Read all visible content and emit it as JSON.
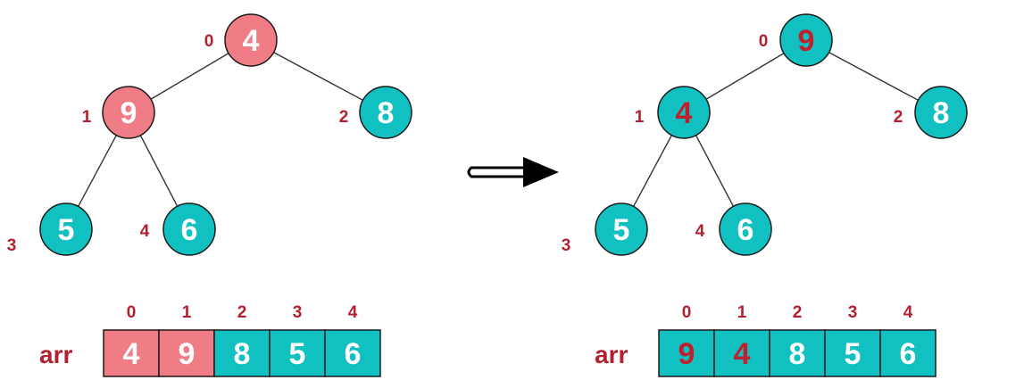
{
  "colors": {
    "highlight": "#f07c86",
    "normal": "#11c1c1",
    "index_label": "#b3202f",
    "value_light": "#ffffff",
    "value_dark": "#c0202e",
    "edge": "#333333",
    "stroke": "#1a1a1a"
  },
  "arrow_icon": "right-arrow-icon",
  "before": {
    "nodes": [
      {
        "index": "0",
        "value": "4",
        "style": "highlight",
        "value_color": "light"
      },
      {
        "index": "1",
        "value": "9",
        "style": "highlight",
        "value_color": "light"
      },
      {
        "index": "2",
        "value": "8",
        "style": "normal",
        "value_color": "light"
      },
      {
        "index": "3",
        "value": "5",
        "style": "normal",
        "value_color": "light"
      },
      {
        "index": "4",
        "value": "6",
        "style": "normal",
        "value_color": "light"
      }
    ],
    "array": {
      "label": "arr",
      "indices": [
        "0",
        "1",
        "2",
        "3",
        "4"
      ],
      "cells": [
        {
          "value": "4",
          "style": "highlight",
          "value_color": "light"
        },
        {
          "value": "9",
          "style": "highlight",
          "value_color": "light"
        },
        {
          "value": "8",
          "style": "normal",
          "value_color": "light"
        },
        {
          "value": "5",
          "style": "normal",
          "value_color": "light"
        },
        {
          "value": "6",
          "style": "normal",
          "value_color": "light"
        }
      ]
    }
  },
  "after": {
    "nodes": [
      {
        "index": "0",
        "value": "9",
        "style": "normal",
        "value_color": "dark"
      },
      {
        "index": "1",
        "value": "4",
        "style": "normal",
        "value_color": "dark"
      },
      {
        "index": "2",
        "value": "8",
        "style": "normal",
        "value_color": "light"
      },
      {
        "index": "3",
        "value": "5",
        "style": "normal",
        "value_color": "light"
      },
      {
        "index": "4",
        "value": "6",
        "style": "normal",
        "value_color": "light"
      }
    ],
    "array": {
      "label": "arr",
      "indices": [
        "0",
        "1",
        "2",
        "3",
        "4"
      ],
      "cells": [
        {
          "value": "9",
          "style": "normal",
          "value_color": "dark"
        },
        {
          "value": "4",
          "style": "normal",
          "value_color": "dark"
        },
        {
          "value": "8",
          "style": "normal",
          "value_color": "light"
        },
        {
          "value": "5",
          "style": "normal",
          "value_color": "light"
        },
        {
          "value": "6",
          "style": "normal",
          "value_color": "light"
        }
      ]
    }
  }
}
